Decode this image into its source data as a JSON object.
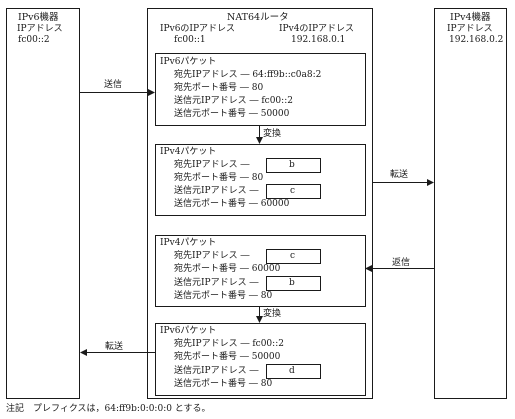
{
  "ipv6_device": {
    "title": "IPv6機器",
    "addr_label": "IPアドレス",
    "addr_value": "fc00::2"
  },
  "router": {
    "title": "NAT64ルータ",
    "ipv6_label": "IPv6のIPアドレス",
    "ipv6_value": "fc00::1",
    "ipv4_label": "IPv4のIPアドレス",
    "ipv4_value": "192.168.0.1"
  },
  "ipv4_device": {
    "title": "IPv4機器",
    "addr_label": "IPアドレス",
    "addr_value": "192.168.0.2"
  },
  "packets": [
    {
      "title": "IPv6パケット",
      "lines": [
        "宛先IPアドレス ― 64:ff9b::c0a8:2",
        "宛先ポート番号 ― 80",
        "送信元IPアドレス ― fc00::2",
        "送信元ポート番号 ― 50000"
      ]
    },
    {
      "title": "IPv4パケット",
      "lines": [
        "宛先IPアドレス ―",
        "宛先ポート番号 ― 80",
        "送信元IPアドレス ―",
        "送信元ポート番号 ― 60000"
      ],
      "blanks": [
        "b",
        "c"
      ]
    },
    {
      "title": "IPv4パケット",
      "lines": [
        "宛先IPアドレス ―",
        "宛先ポート番号 ― 60000",
        "送信元IPアドレス ―",
        "送信元ポート番号 ― 80"
      ],
      "blanks": [
        "c",
        "b"
      ]
    },
    {
      "title": "IPv6パケット",
      "lines": [
        "宛先IPアドレス ― fc00::2",
        "宛先ポート番号 ― 50000",
        "送信元IPアドレス ―",
        "送信元ポート番号 ― 80"
      ],
      "blanks": [
        "d"
      ]
    }
  ],
  "arrows": {
    "send": "送信",
    "convert_1": "変換",
    "forward_right": "転送",
    "reply": "返信",
    "convert_2": "変換",
    "forward_left": "転送"
  },
  "note": "注記　プレフィクスは，64:ff9b:0:0:0:0 とする。"
}
